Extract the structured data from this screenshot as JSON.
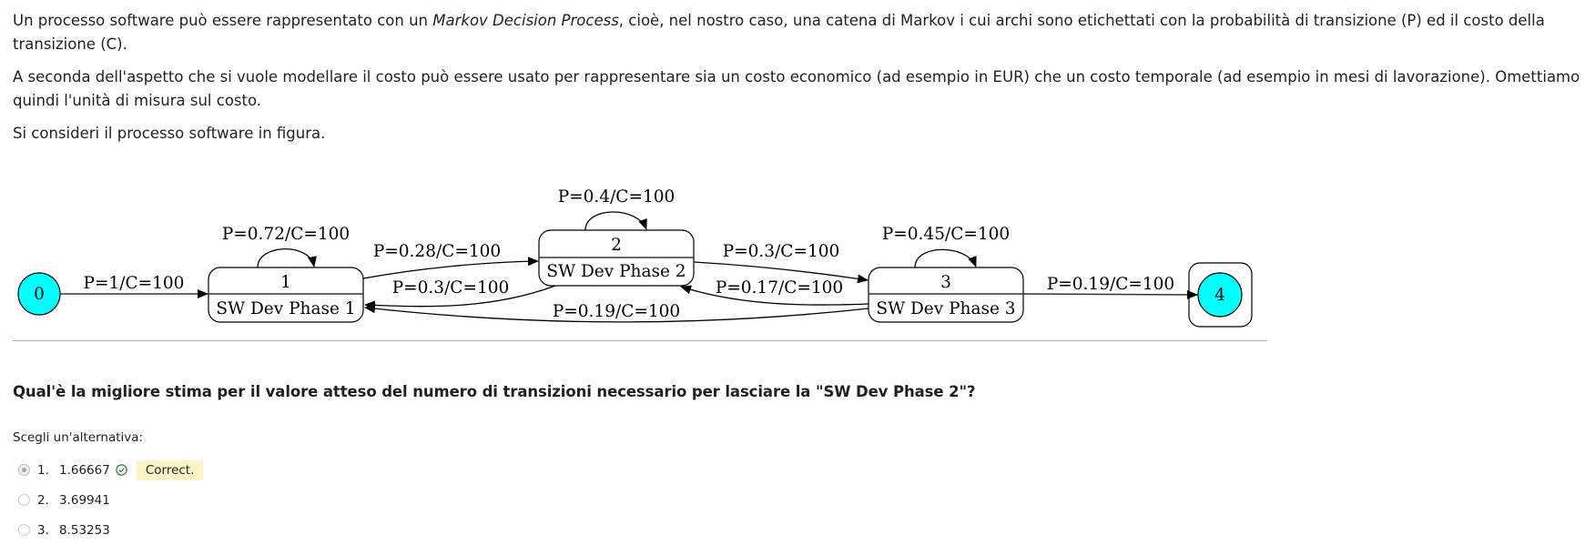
{
  "intro": {
    "p1_before": "Un processo software può essere rappresentato con un ",
    "p1_italic": "Markov Decision Process",
    "p1_after": ", cioè, nel nostro caso, una catena di Markov i cui archi sono etichettati con la probabilità di transizione (P) ed il costo della transizione (C).",
    "p2": "A seconda dell'aspetto che si vuole modellare il costo può essere usato per rappresentare sia un costo economico (ad esempio in EUR) che un costo temporale (ad esempio in mesi di lavorazione). Omettiamo quindi l'unità di misura sul costo.",
    "p3": "Si consideri il processo software in figura."
  },
  "diagram": {
    "colors": {
      "terminal_fill": "#00ffff",
      "stroke": "#000000"
    },
    "nodes": [
      {
        "id": "0",
        "label": "0",
        "shape": "circle"
      },
      {
        "id": "1",
        "label": "1",
        "sublabel": "SW Dev Phase 1",
        "shape": "record"
      },
      {
        "id": "2",
        "label": "2",
        "sublabel": "SW Dev Phase 2",
        "shape": "record"
      },
      {
        "id": "3",
        "label": "3",
        "sublabel": "SW Dev Phase 3",
        "shape": "record"
      },
      {
        "id": "4",
        "label": "4",
        "shape": "circle-in-box"
      }
    ],
    "edges": [
      {
        "from": "0",
        "to": "1",
        "label": "P=1/C=100"
      },
      {
        "from": "1",
        "to": "1",
        "label": "P=0.72/C=100"
      },
      {
        "from": "1",
        "to": "2",
        "label": "P=0.28/C=100"
      },
      {
        "from": "2",
        "to": "2",
        "label": "P=0.4/C=100"
      },
      {
        "from": "2",
        "to": "1",
        "label": "P=0.3/C=100"
      },
      {
        "from": "2",
        "to": "3",
        "label": "P=0.3/C=100"
      },
      {
        "from": "3",
        "to": "3",
        "label": "P=0.45/C=100"
      },
      {
        "from": "3",
        "to": "2",
        "label": "P=0.17/C=100"
      },
      {
        "from": "3",
        "to": "1",
        "label": "P=0.19/C=100"
      },
      {
        "from": "3",
        "to": "4",
        "label": "P=0.19/C=100"
      }
    ]
  },
  "question": {
    "text": "Qual'è la migliore stima per il valore atteso del numero di transizioni necessario per lasciare la \"SW Dev Phase 2\"?",
    "prompt": "Scegli un'alternativa:",
    "options": [
      {
        "number": "1.",
        "value": "1.66667",
        "selected": true,
        "correct": true,
        "feedback": "Correct."
      },
      {
        "number": "2.",
        "value": "3.69941",
        "selected": false
      },
      {
        "number": "3.",
        "value": "8.53253",
        "selected": false
      }
    ],
    "colors": {
      "feedback_bg": "#fdf3c8",
      "check_green": "#357a32"
    }
  }
}
